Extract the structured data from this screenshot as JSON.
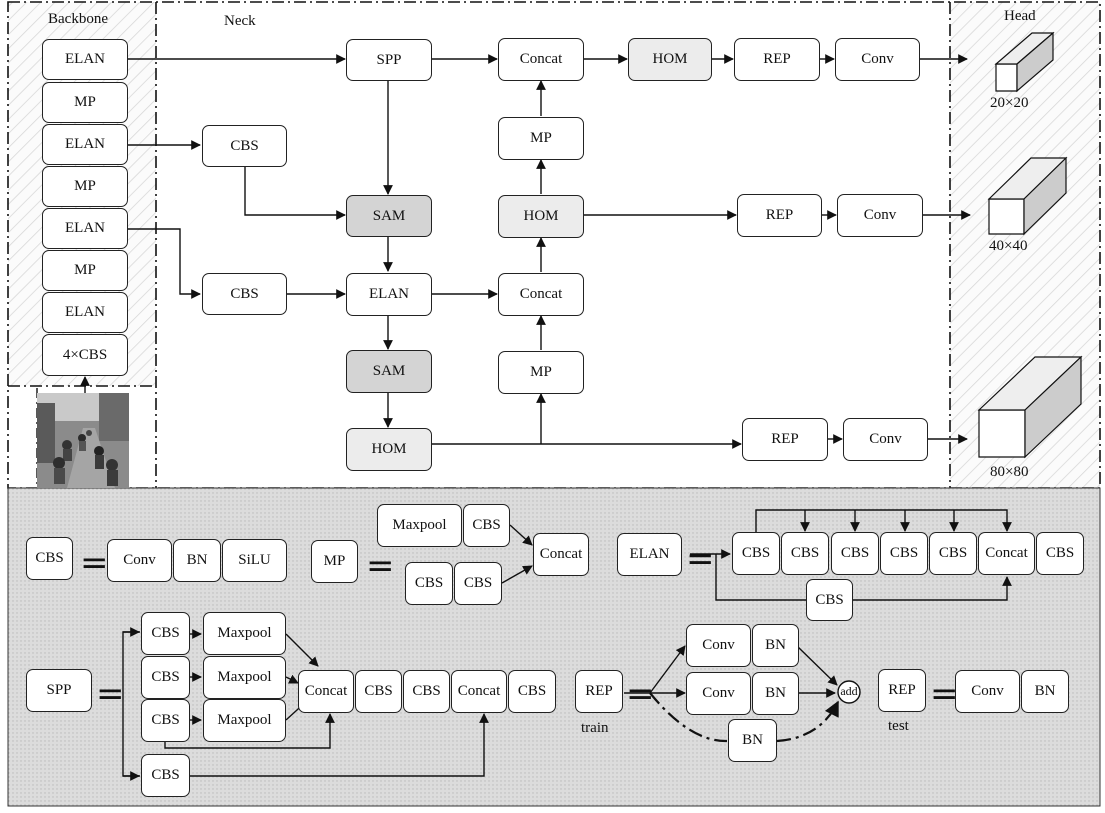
{
  "sections": {
    "backbone": "Backbone",
    "neck": "Neck",
    "head": "Head"
  },
  "backbone": {
    "blocks": [
      "ELAN",
      "MP",
      "ELAN",
      "MP",
      "ELAN",
      "MP",
      "ELAN",
      "4×CBS"
    ]
  },
  "neck": {
    "spp": "SPP",
    "concat_top": "Concat",
    "hom_top": "HOM",
    "rep_top": "REP",
    "conv_top": "Conv",
    "mp_upper": "MP",
    "cbs_upper": "CBS",
    "sam_upper": "SAM",
    "hom_mid": "HOM",
    "rep_mid": "REP",
    "conv_mid": "Conv",
    "cbs_lower": "CBS",
    "elan": "ELAN",
    "concat_mid": "Concat",
    "sam_lower": "SAM",
    "mp_lower": "MP",
    "hom_bottom": "HOM",
    "rep_bottom": "REP",
    "conv_bottom": "Conv"
  },
  "head": {
    "scales": [
      "20×20",
      "40×40",
      "80×80"
    ]
  },
  "legend": {
    "cbs": {
      "name": "CBS",
      "parts": [
        "Conv",
        "BN",
        "SiLU"
      ]
    },
    "mp": {
      "name": "MP",
      "top": [
        "Maxpool",
        "CBS"
      ],
      "bottom": [
        "CBS",
        "CBS"
      ],
      "out": "Concat"
    },
    "elan": {
      "name": "ELAN",
      "chain": [
        "CBS",
        "CBS",
        "CBS",
        "CBS",
        "CBS",
        "Concat",
        "CBS"
      ],
      "branch": "CBS"
    },
    "spp": {
      "name": "SPP",
      "cbs": [
        "CBS",
        "CBS",
        "CBS",
        "CBS"
      ],
      "maxpool": [
        "Maxpool",
        "Maxpool",
        "Maxpool"
      ],
      "chain": [
        "Concat",
        "CBS",
        "CBS",
        "Concat",
        "CBS"
      ]
    },
    "rep_train": {
      "name": "REP",
      "caption": "train",
      "conv": [
        "Conv",
        "Conv"
      ],
      "bn": [
        "BN",
        "BN",
        "BN"
      ],
      "add": "add"
    },
    "rep_test": {
      "name": "REP",
      "caption": "test",
      "parts": [
        "Conv",
        "BN"
      ]
    }
  },
  "colors": {
    "sam": "#d4d4d4",
    "hom": "#ececec",
    "legend_bg": "#dcdcdc",
    "line": "#111111"
  }
}
